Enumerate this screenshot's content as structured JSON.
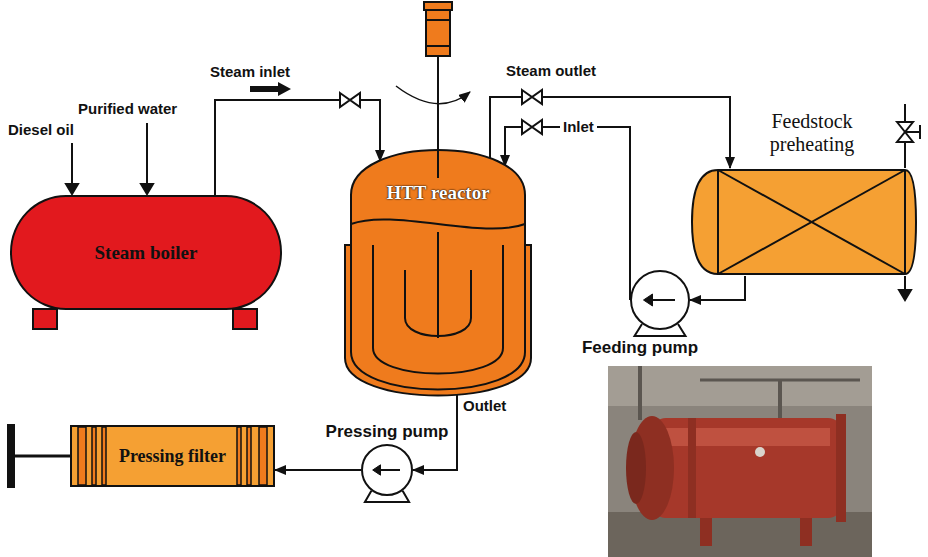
{
  "diagram": {
    "nodes": [
      {
        "text": [
          "Steam boiler"
        ]
      },
      {
        "text": [
          "HTT reactor"
        ]
      },
      {
        "text": [
          "Feedstock preheating"
        ]
      },
      {
        "text": [
          "Feeding pump"
        ]
      },
      {
        "text": [
          "Pressing pump"
        ]
      },
      {
        "text": [
          "Pressing filter"
        ]
      }
    ],
    "edges": [
      {
        "from": 0,
        "to": 1,
        "arrow": "to",
        "label": "Steam inlet"
      },
      {
        "from": 1,
        "to": 2,
        "arrow": "to",
        "label": "Steam outlet"
      },
      {
        "from": 2,
        "to": 3,
        "arrow": "to"
      },
      {
        "from": 3,
        "to": 1,
        "arrow": "to",
        "label": "Inlet"
      },
      {
        "from": 1,
        "to": 4,
        "arrow": "to",
        "label": "Outlet"
      },
      {
        "from": 4,
        "to": 5,
        "arrow": "to"
      }
    ],
    "labels": [
      "Diesel oil",
      "Purified water"
    ]
  }
}
